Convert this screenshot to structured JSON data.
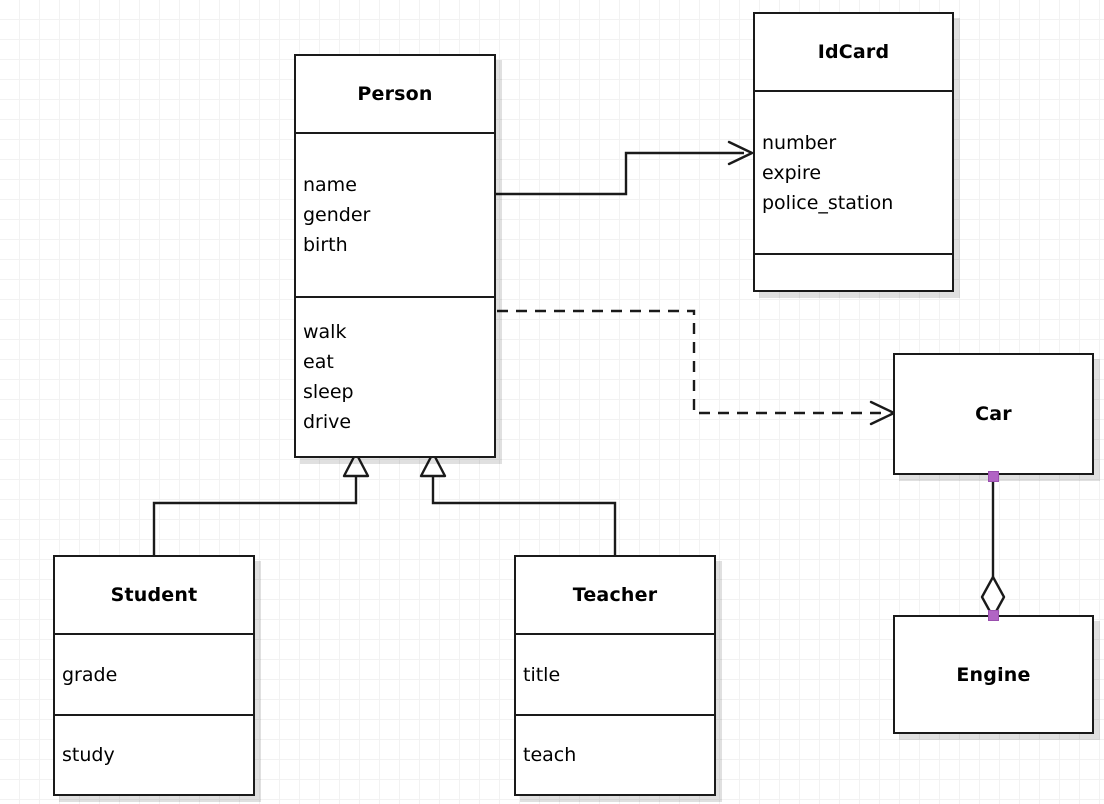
{
  "diagram": {
    "type": "uml-class-diagram",
    "background": "#ffffff",
    "grid_color": "#f2f2f2",
    "line_color": "#1a1a1a",
    "handle_color": "#b164c4"
  },
  "classes": [
    {
      "id": "person",
      "name": "Person",
      "attributes": [
        "name",
        "gender",
        "birth"
      ],
      "operations": [
        "walk",
        "eat",
        "sleep",
        "drive"
      ]
    },
    {
      "id": "idcard",
      "name": "IdCard",
      "attributes": [
        "number",
        "expire",
        "police_station"
      ],
      "operations": []
    },
    {
      "id": "student",
      "name": "Student",
      "attributes": [
        "grade"
      ],
      "operations": [
        "study"
      ]
    },
    {
      "id": "teacher",
      "name": "Teacher",
      "attributes": [
        "title"
      ],
      "operations": [
        "teach"
      ]
    },
    {
      "id": "car",
      "name": "Car",
      "attributes": [],
      "operations": []
    },
    {
      "id": "engine",
      "name": "Engine",
      "attributes": [],
      "operations": []
    }
  ],
  "relationships": [
    {
      "id": "person-idcard",
      "kind": "association",
      "from": "person",
      "to": "idcard",
      "style": "solid",
      "arrow": "open"
    },
    {
      "id": "person-car",
      "kind": "dependency",
      "from": "person",
      "to": "car",
      "style": "dashed",
      "arrow": "open"
    },
    {
      "id": "student-person",
      "kind": "generalization",
      "from": "student",
      "to": "person",
      "style": "solid",
      "arrow": "hollow-triangle"
    },
    {
      "id": "teacher-person",
      "kind": "generalization",
      "from": "teacher",
      "to": "person",
      "style": "solid",
      "arrow": "hollow-triangle"
    },
    {
      "id": "car-engine",
      "kind": "aggregation",
      "from": "car",
      "to": "engine",
      "style": "solid",
      "arrow": "hollow-diamond",
      "selected": true
    }
  ]
}
